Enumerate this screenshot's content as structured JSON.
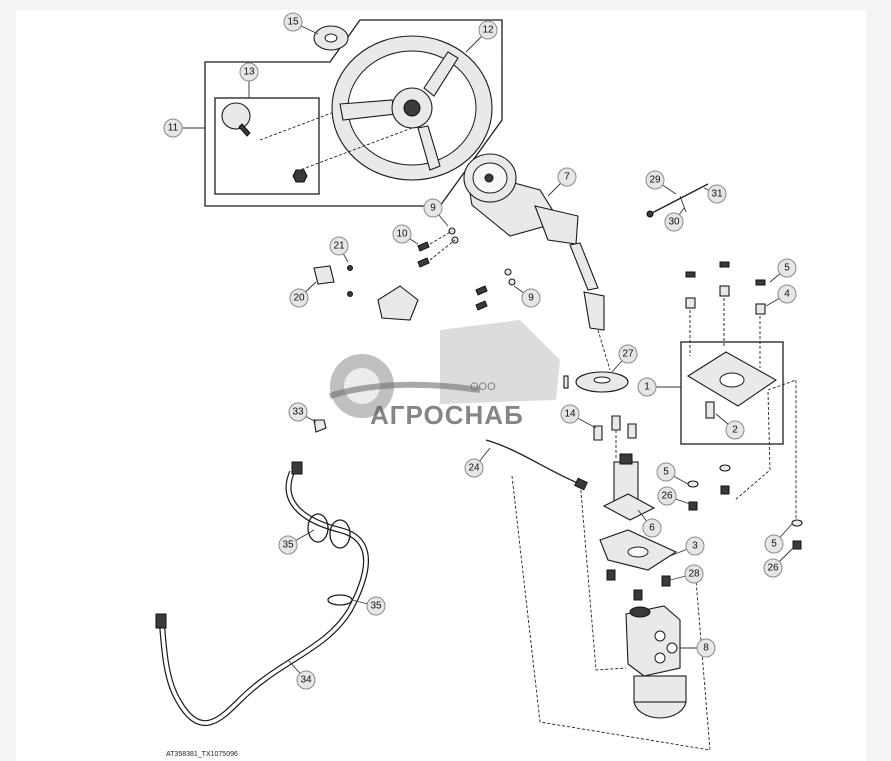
{
  "diagram": {
    "reference_code": "AT358381_TX1075096",
    "callouts": [
      "1",
      "2",
      "3",
      "4",
      "5",
      "6",
      "7",
      "8",
      "9",
      "10",
      "11",
      "12",
      "13",
      "14",
      "15",
      "20",
      "21",
      "24",
      "26",
      "27",
      "28",
      "29",
      "30",
      "31",
      "33",
      "34",
      "35"
    ]
  },
  "watermark": {
    "company_prefix": "ООО",
    "company_name": "АГРОСНАБ"
  }
}
